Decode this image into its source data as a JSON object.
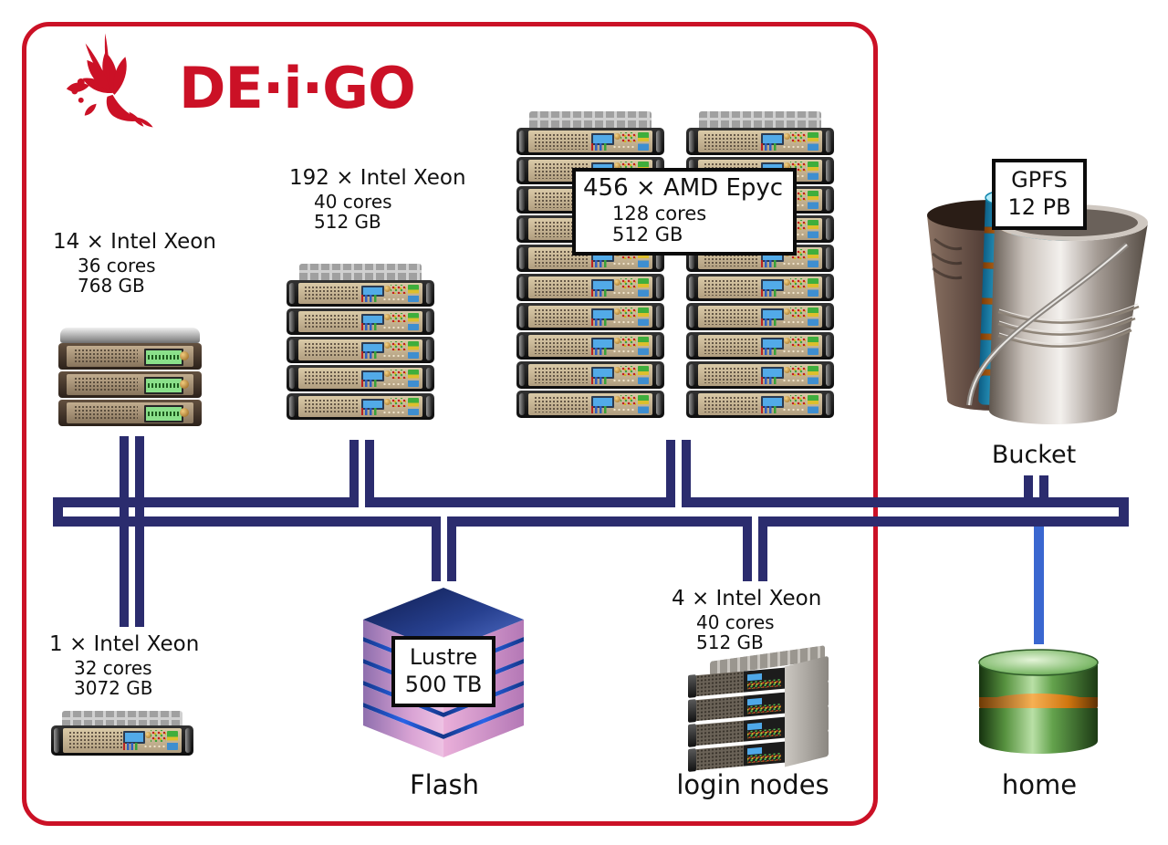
{
  "logo": {
    "text": "DE·i·GO"
  },
  "cluster": {
    "compute_nodes": [
      {
        "id": "xeon-14",
        "title": "14 × Intel Xeon",
        "cores": "36 cores",
        "memory": "768 GB",
        "units": 3
      },
      {
        "id": "xeon-192",
        "title": "192 × Intel Xeon",
        "cores": "40 cores",
        "memory": "512 GB",
        "units": 5
      },
      {
        "id": "epyc-456",
        "title": "456 × AMD Epyc",
        "cores": "128 cores",
        "memory": "512 GB",
        "units": 10,
        "towers": 2
      },
      {
        "id": "xeon-1",
        "title": "1 × Intel Xeon",
        "cores": "32 cores",
        "memory": "3072 GB",
        "units": 1
      },
      {
        "id": "login",
        "title": "4 × Intel Xeon",
        "cores": "40 cores",
        "memory": "512 GB",
        "units": 4,
        "caption": "login nodes"
      }
    ],
    "storage": [
      {
        "id": "flash",
        "system": "Lustre",
        "capacity": "500 TB",
        "caption": "Flash"
      },
      {
        "id": "bucket",
        "system": "GPFS",
        "capacity": "12 PB",
        "caption": "Bucket"
      },
      {
        "id": "home",
        "caption": "home"
      }
    ]
  },
  "colors": {
    "brand_red": "#cb1126",
    "network_navy": "#2b2c6e",
    "home_link_blue": "#3a67d0"
  }
}
